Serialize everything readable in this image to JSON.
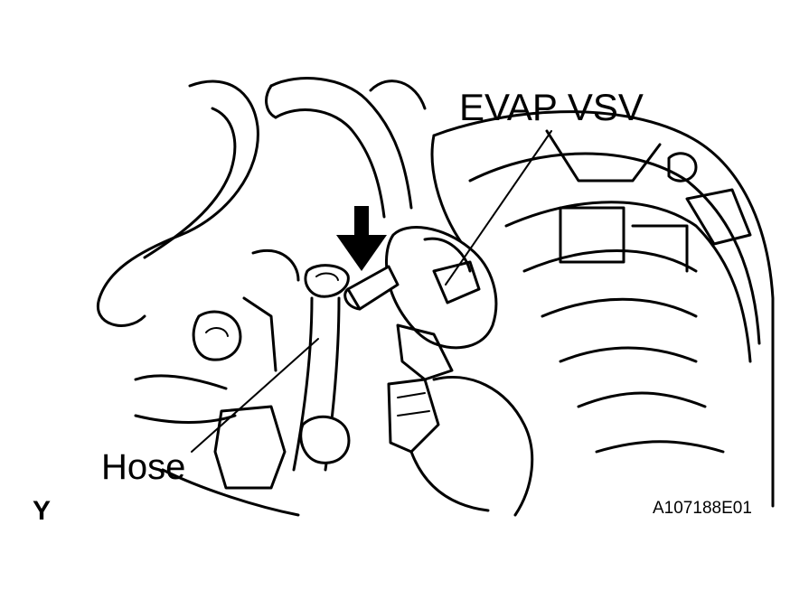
{
  "labels": {
    "evap_vsv": "EVAP VSV",
    "hose": "Hose",
    "view_letter": "Y",
    "figure_code": "A107188E01"
  },
  "colors": {
    "line": "#000000",
    "background": "#ffffff"
  }
}
